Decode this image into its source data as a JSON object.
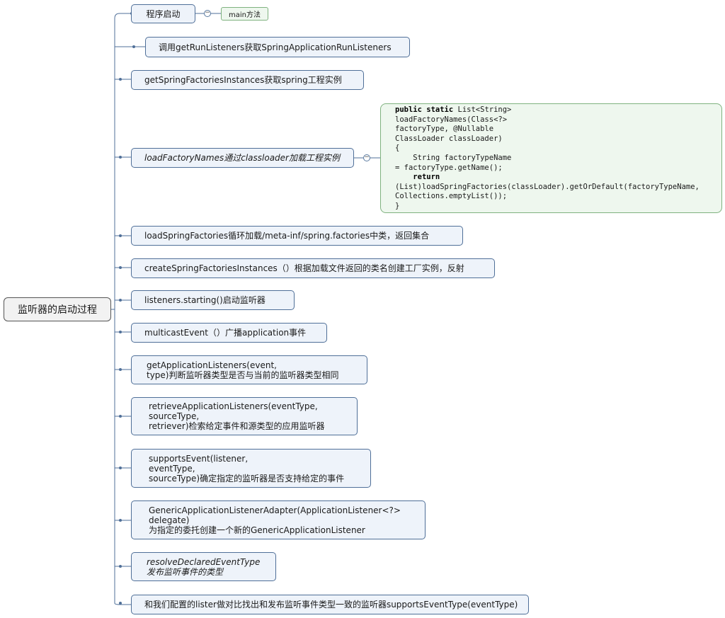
{
  "root": {
    "label": "监听器的启动过程"
  },
  "nodes": [
    {
      "id": "n1",
      "label": "程序启动"
    },
    {
      "id": "n2",
      "label": "调用getRunListeners获取SpringApplicationRunListeners"
    },
    {
      "id": "n3",
      "label": "getSpringFactoriesInstances获取spring工程实例"
    },
    {
      "id": "n4",
      "label": "loadFactoryNames通过classloader加载工程实例"
    },
    {
      "id": "n5",
      "label": "loadSpringFactories循环加载/meta-inf/spring.factories中类，返回集合"
    },
    {
      "id": "n6",
      "label": "createSpringFactoriesInstances（）根据加载文件返回的类名创建工厂实例，反射"
    },
    {
      "id": "n7",
      "label": "listeners.starting()启动监听器"
    },
    {
      "id": "n8",
      "label": "multicastEvent（）广播application事件"
    },
    {
      "id": "n9",
      "label": "getApplicationListeners(event,\ntype)判断监听器类型是否与当前的监听器类型相同"
    },
    {
      "id": "n10",
      "label": "retrieveApplicationListeners(eventType,\nsourceType,\nretriever)检索给定事件和源类型的应用监听器"
    },
    {
      "id": "n11",
      "label": "supportsEvent(listener,\neventType,\nsourceType)确定指定的监听器是否支持给定的事件"
    },
    {
      "id": "n12",
      "label": "GenericApplicationListenerAdapter(ApplicationListener<?>\ndelegate)\n为指定的委托创建一个新的GenericApplicationListener"
    },
    {
      "id": "n13",
      "label": "resolveDeclaredEventType\n发布监听事件的类型"
    },
    {
      "id": "n14",
      "label": "和我们配置的lister做对比找出和发布监听事件类型一致的监听器supportsEventType(eventType)"
    }
  ],
  "note_tag": {
    "label": "main方法"
  },
  "code_note": {
    "keywords": {
      "public_static": "public static",
      "return": "return"
    },
    "l1_rest": " List<String>",
    "l2": "loadFactoryNames(Class<?>",
    "l3": "factoryType, @Nullable",
    "l4": "ClassLoader classLoader)",
    "l5": "{",
    "l6": "    String factoryTypeName",
    "l7": "= factoryType.getName();",
    "l9": "(List)loadSpringFactories(classLoader).getOrDefault(factoryTypeName,",
    "l10": "Collections.emptyList());",
    "l11": "}"
  },
  "icons": {
    "collapse": "−"
  },
  "colors": {
    "node_fill": "#eef3fa",
    "node_border": "#4f6f98",
    "note_fill": "#eef7ee",
    "note_border": "#7fb27f",
    "connector": "#4f6f98"
  }
}
